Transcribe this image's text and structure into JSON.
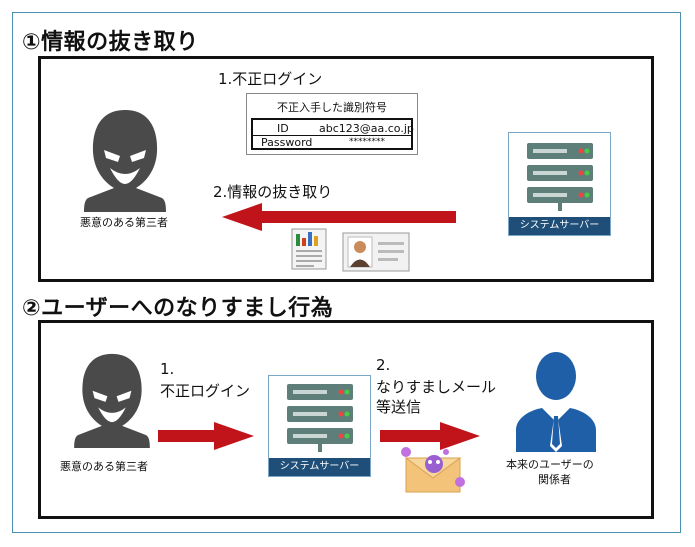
{
  "section1": {
    "title": "①情報の抜き取り",
    "step1": "1.不正ログイン",
    "card_title": "不正入手した識別符号",
    "id_label": "ID",
    "id_value": "abc123@aa.co.jp",
    "pw_label": "Password",
    "pw_value": "********",
    "step2": "2.情報の抜き取り",
    "attacker_label": "悪意のある第三者",
    "server_label": "システムサーバー"
  },
  "section2": {
    "title": "②ユーザーへのなりすまし行為",
    "step1_num": "1.",
    "step1_text": "不正ログイン",
    "step2_num": "2.",
    "step2_line1": "なりすましメール",
    "step2_line2": "等送信",
    "attacker_label": "悪意のある第三者",
    "server_label": "システムサーバー",
    "user_label_line1": "本来のユーザーの",
    "user_label_line2": "関係者"
  },
  "colors": {
    "arrow": "#c0141a",
    "attacker": "#4a4a4a",
    "user": "#1f5fa8",
    "server_bar": "#1f4f78",
    "frame": "#4a8fb0"
  }
}
